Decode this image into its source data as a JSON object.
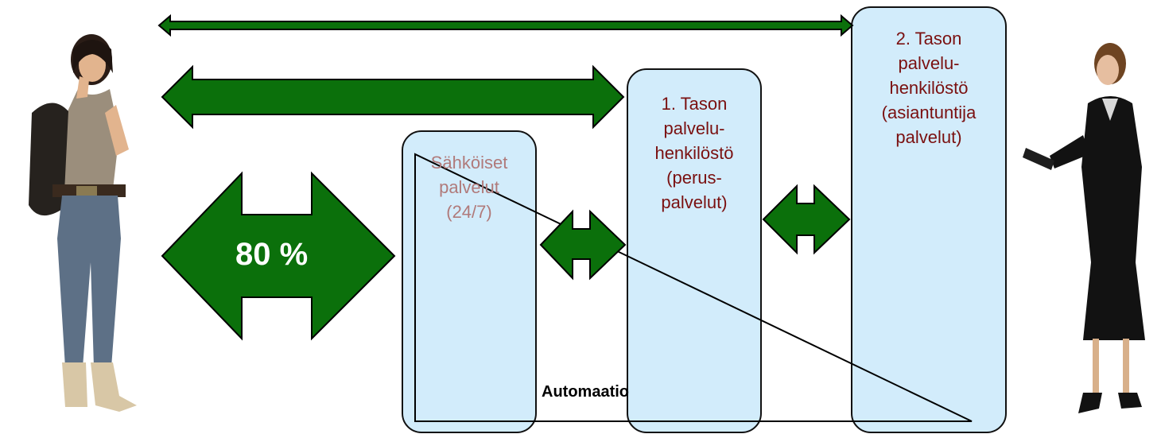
{
  "boxes": {
    "electronic": {
      "label_lines": [
        "Sähköiset",
        "palvelut",
        "(24/7)"
      ]
    },
    "level1": {
      "label_lines": [
        "1. Tason",
        "palvelu-",
        "henkilöstö",
        "(perus-",
        "palvelut)"
      ]
    },
    "level2": {
      "label_lines": [
        "2. Tason",
        "palvelu-",
        "henkilöstö",
        "(asiantuntija",
        "palvelut)"
      ]
    }
  },
  "arrows": {
    "main_share": "80 %"
  },
  "automation": {
    "label": "Automaatio"
  },
  "people": {
    "customer": {
      "icon": "customer-figure-icon"
    },
    "agent": {
      "icon": "service-agent-figure-icon"
    }
  },
  "colors": {
    "arrow_green": "#0b700b",
    "arrow_light_green": "#56ab6f",
    "box_fill": "#d2ecfb",
    "box_text": "#7a1010"
  }
}
